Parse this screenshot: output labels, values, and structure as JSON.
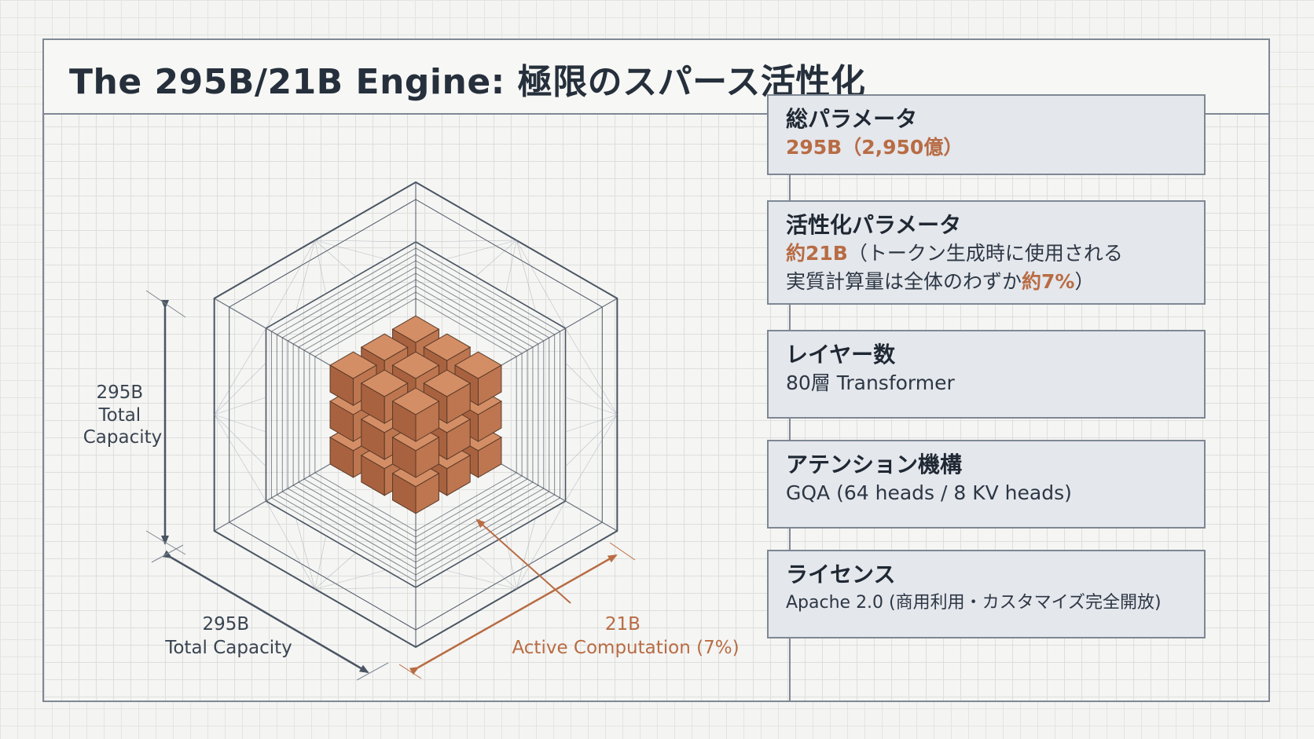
{
  "title": "The 295B/21B Engine: 極限のスパース活性化",
  "diagram": {
    "height_label": [
      "295B",
      "Total",
      "Capacity"
    ],
    "width_label": [
      "295B",
      "Total Capacity"
    ],
    "active_label": [
      "21B",
      "Active Computation (7%)"
    ]
  },
  "cards": [
    {
      "heading": "総パラメータ",
      "value_accent": "295B（2,950億）"
    },
    {
      "heading": "活性化パラメータ",
      "value_accent": "約21B",
      "value_text": "（トークン生成時に使用される",
      "value_line2": "実質計算量は全体のわずか",
      "value_line2_accent": "約7%",
      "value_line2_end": "）"
    },
    {
      "heading": "レイヤー数",
      "value_text": "80層 Transformer"
    },
    {
      "heading": "アテンション機構",
      "value_text": "GQA (64 heads / 8 KV heads)"
    },
    {
      "heading": "ライセンス",
      "value_text": "Apache 2.0 (商用利用・カスタマイズ完全開放)"
    }
  ],
  "colors": {
    "accent": "#b86c44",
    "cube_top": "#d48e65",
    "cube_left": "#a9623f",
    "cube_right": "#bd7650",
    "line": "#4a5563"
  }
}
